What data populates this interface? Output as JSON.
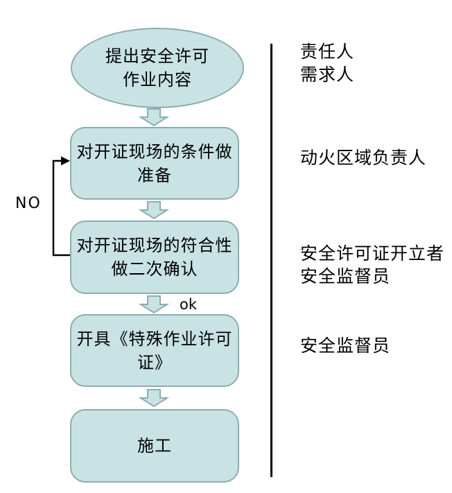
{
  "flowchart": {
    "nodes": [
      {
        "id": "start",
        "shape": "ellipse",
        "lines": [
          "提出安全许可",
          "作业内容"
        ]
      },
      {
        "id": "prepare",
        "shape": "rounded",
        "lines": [
          "对开证现场的条件做",
          "准备"
        ]
      },
      {
        "id": "confirm",
        "shape": "rounded",
        "lines": [
          "对开证现场的符合性",
          "做二次确认"
        ]
      },
      {
        "id": "issue",
        "shape": "rounded",
        "lines": [
          "开具《特殊作业许可",
          "证》"
        ]
      },
      {
        "id": "construct",
        "shape": "rounded",
        "lines": [
          "施工"
        ]
      }
    ],
    "edge_labels": {
      "no": "NO",
      "ok": "ok"
    }
  },
  "roles": [
    {
      "lines": [
        "责任人",
        "需求人"
      ]
    },
    {
      "lines": [
        "动火区域负责人"
      ]
    },
    {
      "lines": [
        "安全许可证开立者",
        "安全监督员"
      ]
    },
    {
      "lines": [
        "安全监督员"
      ]
    }
  ],
  "colors": {
    "shape_fill": "#c9e2e3",
    "shape_stroke": "#8badb1",
    "line_color": "#000000"
  }
}
